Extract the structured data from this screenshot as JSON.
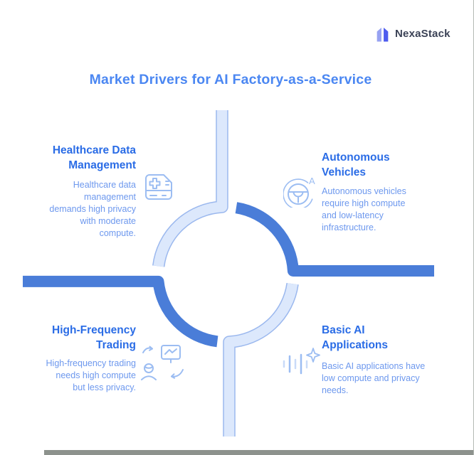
{
  "logo": {
    "text": "NexaStack"
  },
  "title": "Market Drivers for AI Factory-as-a-Service",
  "quadrants": {
    "top_left": {
      "heading_lines": [
        "Healthcare Data",
        "Management"
      ],
      "body_lines": [
        "Healthcare data",
        "management",
        "demands high privacy",
        "with moderate",
        "compute."
      ],
      "icon": "medical-record-icon"
    },
    "top_right": {
      "heading_lines": [
        "Autonomous",
        "Vehicles"
      ],
      "body_lines": [
        "Autonomous vehicles",
        "require high compute",
        "and low-latency",
        "infrastructure."
      ],
      "icon": "steering-wheel-autopilot-icon",
      "icon_letter": "A"
    },
    "bottom_left": {
      "heading_lines": [
        "High-Frequency",
        "Trading"
      ],
      "body_lines": [
        "High-frequency trading",
        "needs high compute",
        "but less privacy."
      ],
      "icon": "trader-monitor-icon"
    },
    "bottom_right": {
      "heading_lines": [
        "Basic AI",
        "Applications"
      ],
      "body_lines": [
        "Basic AI applications have",
        "low compute and privacy",
        "needs."
      ],
      "icon": "ai-waveform-sparkle-icon"
    }
  },
  "colors": {
    "title_blue": "#4b87f2",
    "heading_blue": "#2a6ce6",
    "body_blue": "#6d98ee",
    "arc_dark_blue": "#4a7dd8",
    "arc_light_fill": "#dce8fc",
    "arc_light_stroke": "#9bb8ee",
    "icon_stroke": "#9cbdf2",
    "logo_text_color": "#3b4256",
    "logo_mark_light": "#97a2f2",
    "logo_mark_dark": "#4d5bee"
  }
}
